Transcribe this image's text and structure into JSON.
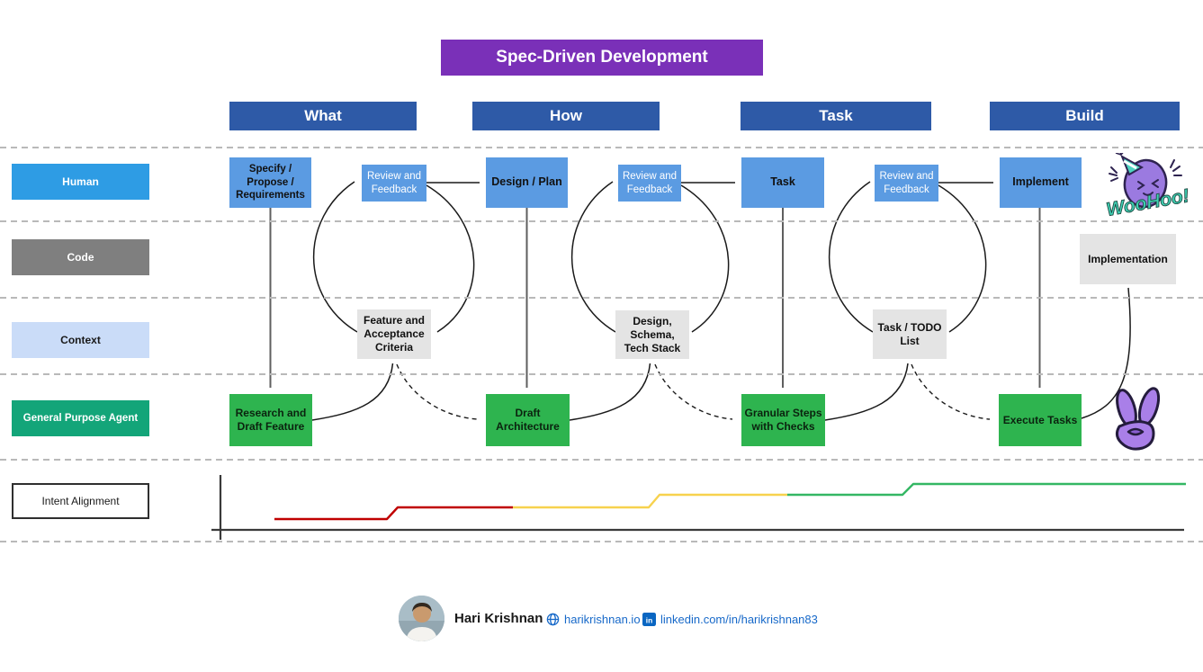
{
  "title": "Spec-Driven Development",
  "phases": [
    {
      "label": "What"
    },
    {
      "label": "How"
    },
    {
      "label": "Task"
    },
    {
      "label": "Build"
    }
  ],
  "lanes": [
    {
      "label": "Human",
      "color": "#2e9ce4"
    },
    {
      "label": "Code",
      "color": "#7f7f7f"
    },
    {
      "label": "Context",
      "color": "#cadcf8"
    },
    {
      "label": "General Purpose Agent",
      "color": "#13a579"
    },
    {
      "label": "Intent Alignment",
      "color": "#ffffff"
    }
  ],
  "boxes": {
    "specify": "Specify / Propose / Requirements",
    "review_feedback": "Review and Feedback",
    "design_plan": "Design / Plan",
    "task": "Task",
    "implement": "Implement",
    "implementation": "Implementation",
    "feature_acceptance": "Feature and Acceptance Criteria",
    "design_schema": "Design, Schema, Tech Stack",
    "task_todo": "Task / TODO List",
    "research_draft": "Research  and Draft Feature",
    "draft_architecture": "Draft Architecture",
    "granular_steps": "Granular Steps with Checks",
    "execute_tasks": "Execute Tasks"
  },
  "stickers": {
    "woohoo_text": "WooHoo!",
    "peace_hand": "peace-hand"
  },
  "footer": {
    "name": "Hari Krishnan",
    "website": "harikrishnan.io",
    "linkedin": "linkedin.com/in/harikrishnan83"
  },
  "colors": {
    "title_bg": "#7a30b8",
    "phase_bg": "#2e5aa7",
    "human_box": "#5b9be2",
    "context_box": "#e4e4e4",
    "agent_box": "#2eb44f",
    "line_red": "#c00000",
    "line_yellow": "#f7d24e",
    "line_green": "#34b764",
    "link": "#1769c9",
    "linkedin_brand": "#0a66c2"
  },
  "chart_data": {
    "type": "line",
    "style": "step",
    "title": "Intent Alignment",
    "description": "Intent alignment rises stepwise across phases: low (red) during What, medium (yellow) during How, higher (green) through Task and Build",
    "segments": [
      {
        "name": "low",
        "color": "#c00000",
        "points": [
          [
            305,
            577
          ],
          [
            430,
            577
          ],
          [
            442,
            564
          ],
          [
            570,
            564
          ]
        ]
      },
      {
        "name": "medium",
        "color": "#f7d24e",
        "points": [
          [
            570,
            564
          ],
          [
            721,
            564
          ],
          [
            733,
            550
          ],
          [
            875,
            550
          ]
        ]
      },
      {
        "name": "high",
        "color": "#34b764",
        "points": [
          [
            875,
            550
          ],
          [
            1003,
            550
          ],
          [
            1015,
            538
          ],
          [
            1318,
            538
          ]
        ]
      }
    ],
    "x_axis": {
      "from": [
        235,
        589
      ],
      "to": [
        1316,
        589
      ]
    },
    "y_axis": {
      "from": [
        245,
        600
      ],
      "to": [
        245,
        528
      ]
    }
  }
}
